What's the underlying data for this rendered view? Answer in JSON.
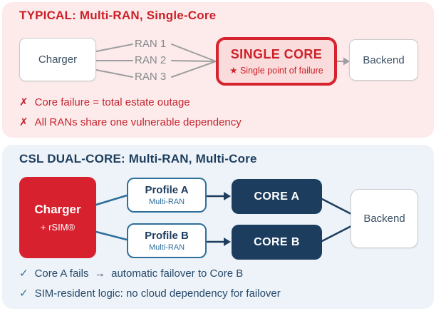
{
  "colors": {
    "page_bg": "#ffffff",
    "typical_panel_bg": "#fdebeb",
    "dual_panel_bg": "#edf3f8",
    "alert_red": "#cc2027",
    "charger_red": "#d7212e",
    "navy": "#1d3d5e",
    "steel_blue": "#2e6f9b",
    "wire_gray": "#9e9ea0",
    "slate_text": "#3d5166"
  },
  "typical": {
    "title": "TYPICAL: Multi-RAN, Single-Core",
    "nodes": {
      "charger": "Charger",
      "ran1": "RAN 1",
      "ran2": "RAN 2",
      "ran3": "RAN 3",
      "single_core": "SINGLE CORE",
      "single_core_sub_icon": "★",
      "single_core_sub": "Single point of failure",
      "backend": "Backend"
    },
    "warnings": [
      {
        "icon": "✗",
        "text": "Core failure = total estate outage"
      },
      {
        "icon": "✗",
        "text": "All RANs share one vulnerable dependency"
      }
    ]
  },
  "dual": {
    "title": "CSL DUAL-CORE: Multi-RAN, Multi-Core",
    "nodes": {
      "charger": "Charger",
      "charger_sub": "+ rSIM®",
      "profile_a": "Profile A",
      "profile_a_sub": "Multi-RAN",
      "profile_b": "Profile B",
      "profile_b_sub": "Multi-RAN",
      "core_a": "CORE A",
      "core_b": "CORE B",
      "backend": "Backend"
    },
    "checks": [
      {
        "icon": "✓",
        "text": "Core A fails  →  automatic failover to Core B"
      },
      {
        "icon": "✓",
        "text": "SIM-resident logic: no cloud dependency for failover"
      }
    ]
  }
}
